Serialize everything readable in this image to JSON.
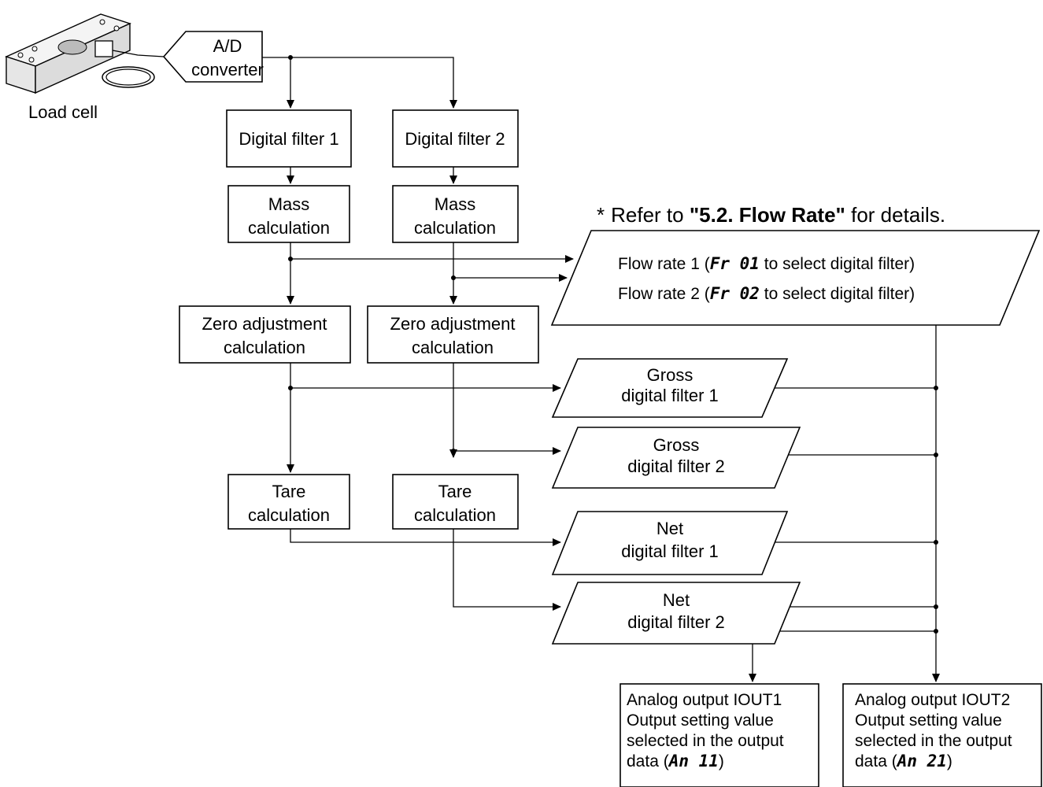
{
  "load_cell": {
    "label": "Load cell"
  },
  "adc": {
    "line1": "A/D",
    "line2": "converter"
  },
  "filters": [
    {
      "label": "Digital filter 1"
    },
    {
      "label": "Digital filter 2"
    }
  ],
  "mass": [
    {
      "line1": "Mass",
      "line2": "calculation"
    },
    {
      "line1": "Mass",
      "line2": "calculation"
    }
  ],
  "zero": [
    {
      "line1": "Zero adjustment",
      "line2": "calculation"
    },
    {
      "line1": "Zero adjustment",
      "line2": "calculation"
    }
  ],
  "tare": [
    {
      "line1": "Tare",
      "line2": "calculation"
    },
    {
      "line1": "Tare",
      "line2": "calculation"
    }
  ],
  "note": {
    "star": "*",
    "prefix": "Refer to ",
    "ref": "\"5.2. Flow Rate\"",
    "suffix": " for details."
  },
  "flow": {
    "row1": {
      "pre": "Flow rate 1 (",
      "code": "Fr  01",
      "post": " to select digital filter)"
    },
    "row2": {
      "pre": "Flow rate 2 (",
      "code": "Fr  02",
      "post": " to select digital filter)"
    }
  },
  "outputs": [
    {
      "line1": "Gross",
      "line2": "digital filter 1"
    },
    {
      "line1": "Gross",
      "line2": "digital filter 2"
    },
    {
      "line1": "Net",
      "line2": "digital filter 1"
    },
    {
      "line1": "Net",
      "line2": "digital filter 2"
    }
  ],
  "analog": [
    {
      "line1": "Analog output IOUT1",
      "line2": "Output setting value",
      "line3": "selected in the output",
      "line4_pre": "data (",
      "code": "An  11",
      "line4_post": ")"
    },
    {
      "line1": "Analog output IOUT2",
      "line2": "Output setting value",
      "line3": "selected in the output",
      "line4_pre": "data (",
      "code": "An  21",
      "line4_post": ")"
    }
  ]
}
